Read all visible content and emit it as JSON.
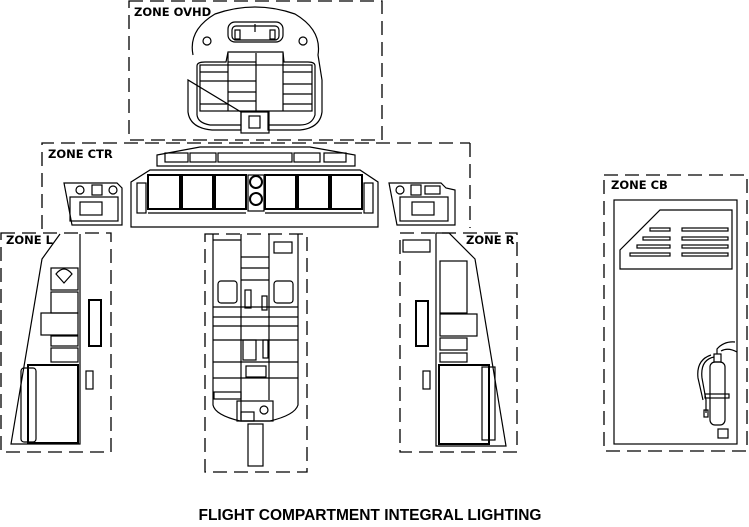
{
  "title": "FLIGHT COMPARTMENT INTEGRAL LIGHTING",
  "zones": {
    "ovhd": "ZONE OVHD",
    "ctr": "ZONE CTR",
    "left": "ZONE L",
    "right": "ZONE R",
    "cb": "ZONE CB"
  }
}
